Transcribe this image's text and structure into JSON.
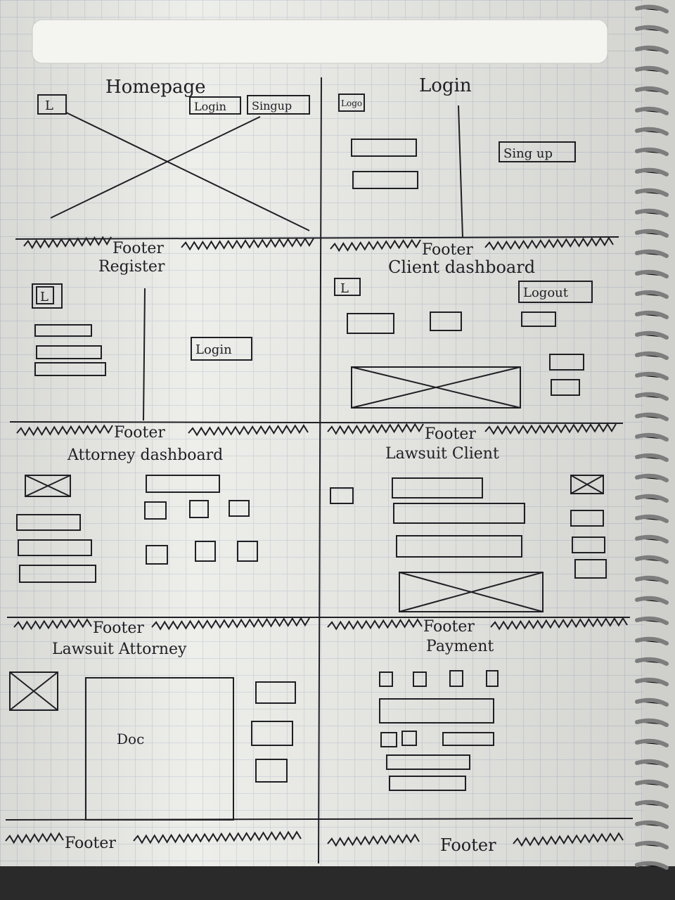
{
  "panels": {
    "homepage": {
      "title": "Homepage",
      "logo": "L",
      "login": "Login",
      "signup": "Singup",
      "footer": "Footer"
    },
    "login": {
      "title": "Login",
      "logo": "Logo",
      "signup": "Sing up",
      "footer": "Footer"
    },
    "register": {
      "title": "Register",
      "logo": "L",
      "login": "Login",
      "footer": "Footer"
    },
    "client_dashboard": {
      "title": "Client dashboard",
      "logo": "L",
      "logout": "Logout",
      "footer": "Footer"
    },
    "attorney_dashboard": {
      "title": "Attorney dashboard",
      "footer": "Footer"
    },
    "lawsuit_client": {
      "title": "Lawsuit Client",
      "footer": "Footer"
    },
    "lawsuit_attorney": {
      "title": "Lawsuit Attorney",
      "doc": "Doc",
      "footer": "Footer"
    },
    "payment": {
      "title": "Payment",
      "footer": "Footer"
    }
  },
  "colors": {
    "paper": "#ecece8",
    "grid": "#b9c4d2",
    "ink": "#1f1f24",
    "spiral": "#8a8a8a"
  }
}
